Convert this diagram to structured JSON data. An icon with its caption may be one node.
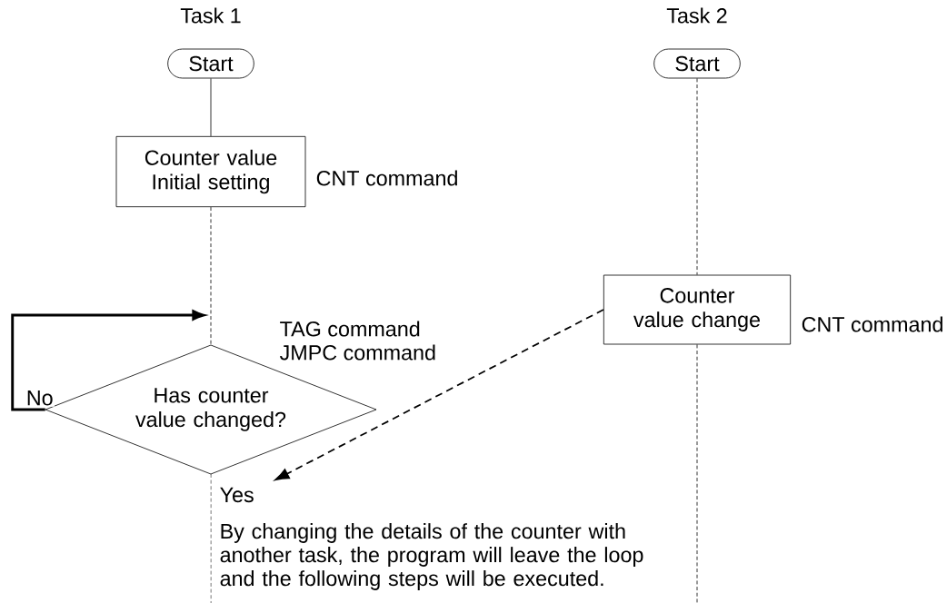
{
  "diagram": {
    "nodes": [
      {
        "text": [
          "Start"
        ],
        "beside": [
          "Task 1"
        ]
      },
      {
        "text": [
          "Counter value Initial setting"
        ],
        "beside": [
          "CNT command"
        ]
      },
      {
        "text": [
          "Has counter value changed?"
        ],
        "beside": [
          "TAG command",
          "JMPC command"
        ]
      },
      {
        "text": [
          "Start"
        ],
        "beside": [
          "Task 2"
        ]
      },
      {
        "text": [
          "Counter value change"
        ],
        "beside": [
          "CNT command"
        ]
      }
    ],
    "edges": [
      {
        "from": 0,
        "to": 1,
        "arrow": "none"
      },
      {
        "from": 1,
        "to": 2,
        "arrow": "none",
        "style": "dashed"
      },
      {
        "from": 2,
        "to": 2,
        "arrow": "to",
        "label": "No",
        "style": "thick"
      },
      {
        "from": 2,
        "to": null,
        "arrow": "none",
        "style": "dashed"
      },
      {
        "from": 3,
        "to": 4,
        "arrow": "none",
        "style": "dashed"
      },
      {
        "from": 4,
        "to": 2,
        "arrow": "to",
        "style": "dashed"
      },
      {
        "from": 4,
        "to": null,
        "arrow": "none",
        "style": "dashed"
      }
    ],
    "labels": [
      "Yes",
      "By changing the details of the counter with another task, the program will leave the loop and the following steps will be executed."
    ]
  }
}
